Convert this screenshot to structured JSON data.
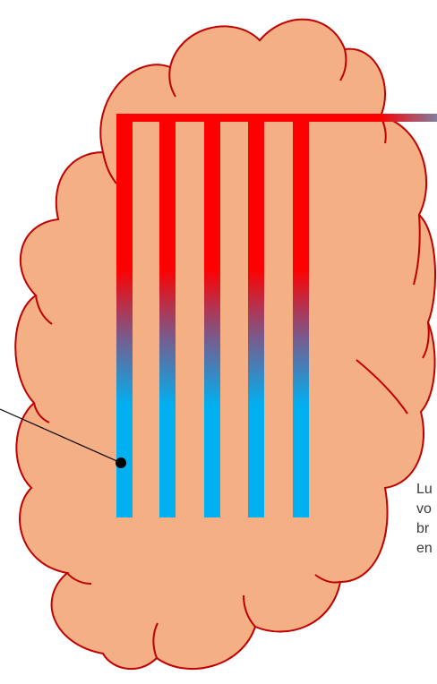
{
  "colors": {
    "cloud_fill": "#F4AF84",
    "cloud_outline": "#C00000",
    "pipe_hot": "#FF0000",
    "pipe_mid": "#7A5A8C",
    "pipe_cold": "#00B0F0",
    "pointer": "#000000",
    "caption_text": "#3A3A3A"
  },
  "caption": {
    "lines": [
      "Lu",
      "vo",
      "br",
      "en"
    ]
  },
  "pipes": {
    "count": 5,
    "header_color_end": "#7F7F9F"
  }
}
